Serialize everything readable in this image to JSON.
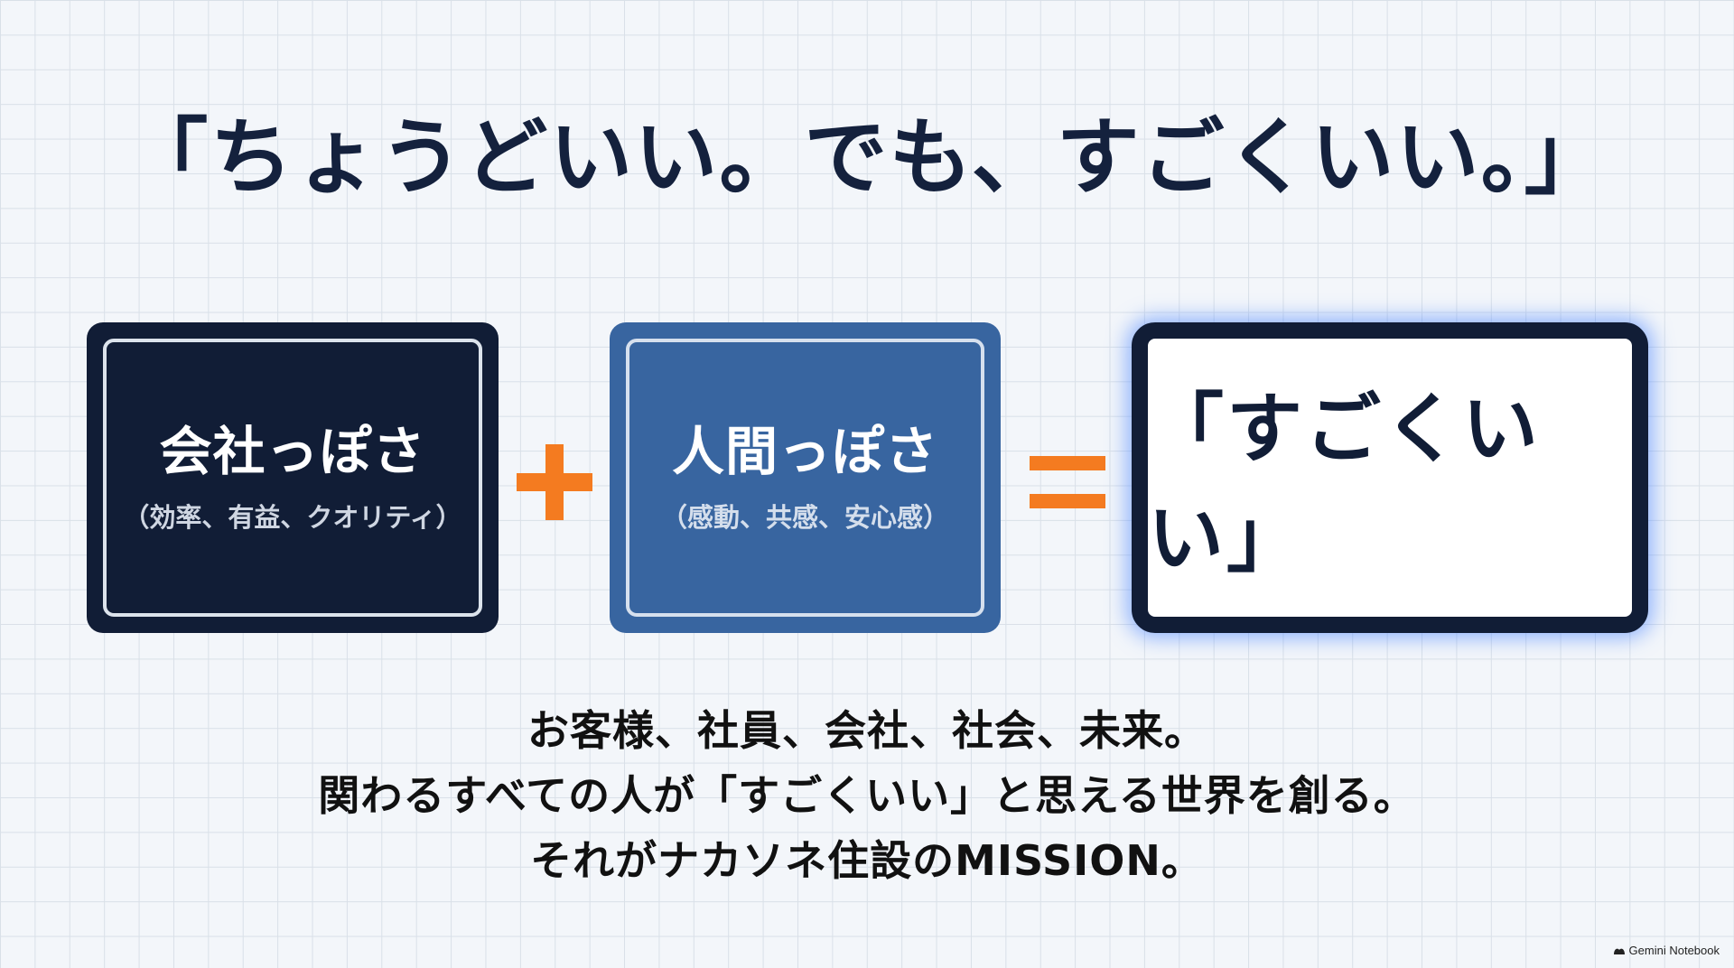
{
  "title": "「ちょうどいい。でも、すごくいい。」",
  "boxes": {
    "company": {
      "title": "会社っぽさ",
      "subtitle": "（効率、有益、クオリティ）"
    },
    "human": {
      "title": "人間っぽさ",
      "subtitle": "（感動、共感、安心感）"
    },
    "result": {
      "text": "「すごくいい」"
    }
  },
  "operators": {
    "plus_icon": "plus-icon",
    "equals_icon": "equals-icon",
    "color": "#f47b20"
  },
  "mission": {
    "lines": [
      "お客様、社員、会社、社会、未来。",
      "関わるすべての人が「すごくいい」と思える世界を創る。",
      "それがナカソネ住設のMISSION。"
    ]
  },
  "brand": {
    "label": "Gemini Notebook",
    "icon": "notebook-logo-icon"
  },
  "colors": {
    "navy": "#111d36",
    "blue": "#3865a0",
    "orange": "#f47b20",
    "glow": "#4682ff"
  }
}
